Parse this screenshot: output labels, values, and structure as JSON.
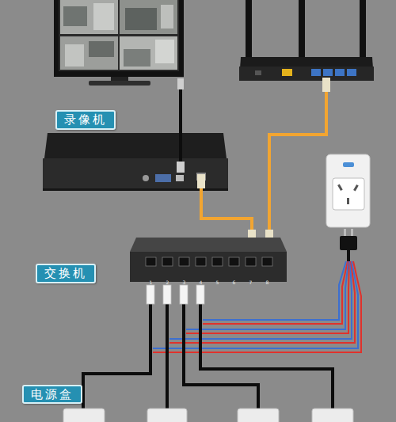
{
  "diagram": {
    "nodes": [
      {
        "text": [
          "录像机"
        ]
      },
      {
        "text": [
          "交换机"
        ]
      },
      {
        "text": [
          "电源盒"
        ]
      }
    ],
    "labels": [
      "1",
      "2",
      "3",
      "4",
      "5",
      "6",
      "7",
      "8"
    ]
  }
}
